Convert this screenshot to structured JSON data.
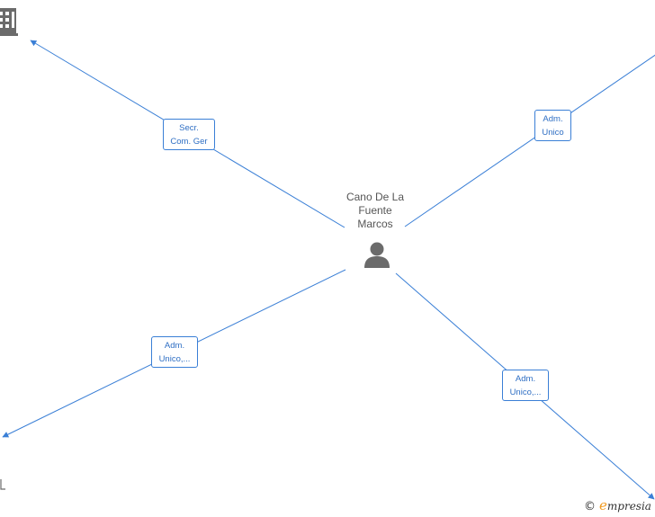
{
  "center": {
    "name_lines": [
      "Cano De La",
      "Fuente",
      "Marcos"
    ],
    "icon": "person-icon"
  },
  "relations": [
    {
      "id": "top-left",
      "label_lines": [
        "Secr.",
        "Com. Ger"
      ]
    },
    {
      "id": "top-right",
      "label_lines": [
        "Adm.",
        "Unico"
      ]
    },
    {
      "id": "bottom-left",
      "label_lines": [
        "Adm.",
        "Unico,..."
      ]
    },
    {
      "id": "bottom-right",
      "label_lines": [
        "Adm.",
        "Unico,..."
      ]
    }
  ],
  "watermark": {
    "copyright": "©",
    "brand_initial": "e",
    "brand_rest": "mpresia"
  },
  "colors": {
    "edge": "#3a7fd6",
    "label_text": "#2f6fc4",
    "node_text": "#555555",
    "icon": "#6b6b6b",
    "brand_accent": "#f29a1f"
  }
}
